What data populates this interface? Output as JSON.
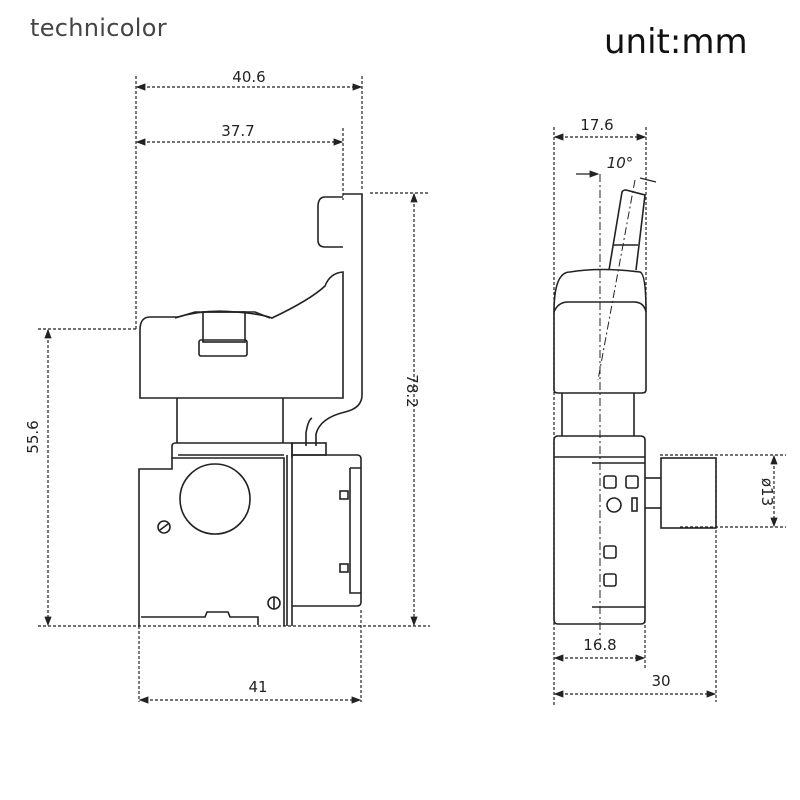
{
  "header": {
    "brand": "technicolor",
    "unit_label": "unit:mm"
  },
  "front_view": {
    "dimensions": {
      "top_overall_width": "40.6",
      "top_inner_width": "37.7",
      "bottom_width": "41",
      "left_height": "55.6",
      "right_height": "78.2"
    }
  },
  "side_view": {
    "dimensions": {
      "top_width": "17.6",
      "angle": "10°",
      "bottom_inner_width": "16.8",
      "bottom_overall_width": "30",
      "diameter": "ø13"
    }
  },
  "colors": {
    "line": "#222222",
    "background": "#ffffff"
  }
}
